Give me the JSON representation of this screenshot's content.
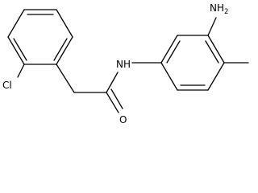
{
  "structure": {
    "atoms": {
      "chlorine": "Cl",
      "amide_nitrogen": "NH",
      "amide_oxygen": "O",
      "amino_group": "NH",
      "amino_subscript": "2"
    },
    "colors": {
      "bond": "#000000",
      "label": "#000000",
      "background": "#ffffff"
    }
  }
}
